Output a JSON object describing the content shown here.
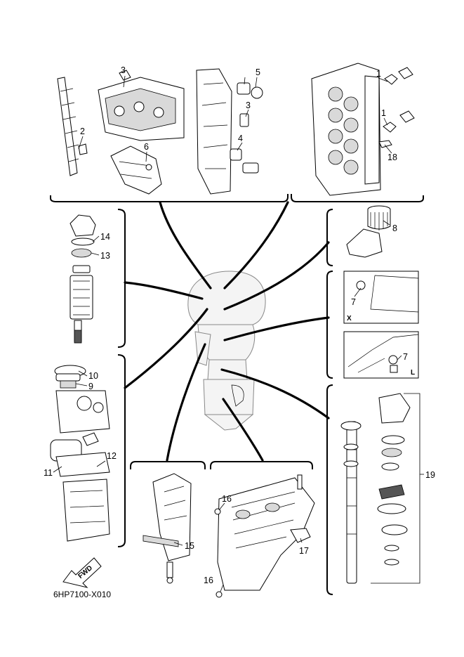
{
  "diagram": {
    "drawing_code": "6HP7100-X010",
    "fwd_label": "FWD",
    "view_tags": {
      "x": "X",
      "l": "L"
    },
    "callouts": {
      "c1a": "1",
      "c1b": "1",
      "c2": "2",
      "c3a": "3",
      "c3b": "3",
      "c4": "4",
      "c5": "5",
      "c6": "6",
      "c7a": "7",
      "c7b": "7",
      "c8": "8",
      "c9": "9",
      "c10": "10",
      "c11": "11",
      "c12": "12",
      "c13": "13",
      "c14": "14",
      "c15": "15",
      "c16a": "16",
      "c16b": "16",
      "c17": "17",
      "c18": "18",
      "c19": "19"
    }
  }
}
